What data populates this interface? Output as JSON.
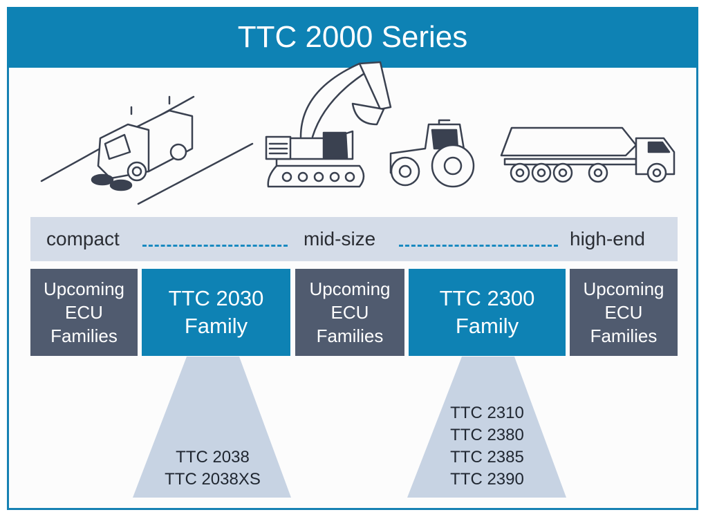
{
  "title": "TTC 2000 Series",
  "scale": {
    "compact": "compact",
    "mid_size": "mid-size",
    "high_end": "high-end"
  },
  "boxes": [
    {
      "lines": [
        "Upcoming",
        "ECU",
        "Families"
      ]
    },
    {
      "lines": [
        "TTC 2030",
        "Family"
      ]
    },
    {
      "lines": [
        "Upcoming",
        "ECU",
        "Families"
      ]
    },
    {
      "lines": [
        "TTC 2300",
        "Family"
      ]
    },
    {
      "lines": [
        "Upcoming",
        "ECU",
        "Families"
      ]
    }
  ],
  "family_2030_models": [
    "TTC 2038",
    "TTC 2038XS"
  ],
  "family_2300_models": [
    "TTC 2310",
    "TTC 2380",
    "TTC 2385",
    "TTC 2390"
  ],
  "vehicle_icons": [
    "street-sweeper-icon",
    "excavator-icon",
    "tractor-icon",
    "truck-icon"
  ],
  "colors": {
    "brand_blue": "#0e82b4",
    "upcoming_gray": "#505b6f",
    "band": "#d4dce8",
    "cone": "#c7d3e3",
    "line_art": "#3a4150"
  }
}
